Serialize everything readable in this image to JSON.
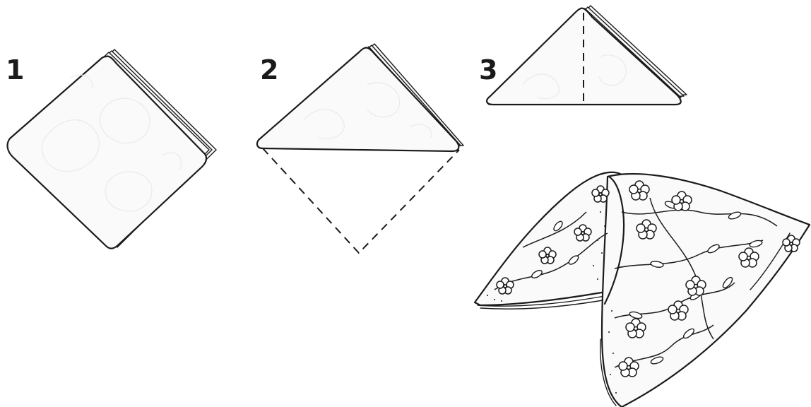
{
  "steps": [
    {
      "number": "1",
      "description_icon": "folded-napkin-square-icon"
    },
    {
      "number": "2",
      "description_icon": "napkin-folded-triangle-icon"
    },
    {
      "number": "3",
      "description_icon": "triangle-center-fold-icon"
    }
  ],
  "result_icon": "fortune-cookie-napkin-icon",
  "colors": {
    "ink": "#1b1b1b",
    "background": "#ffffff"
  }
}
